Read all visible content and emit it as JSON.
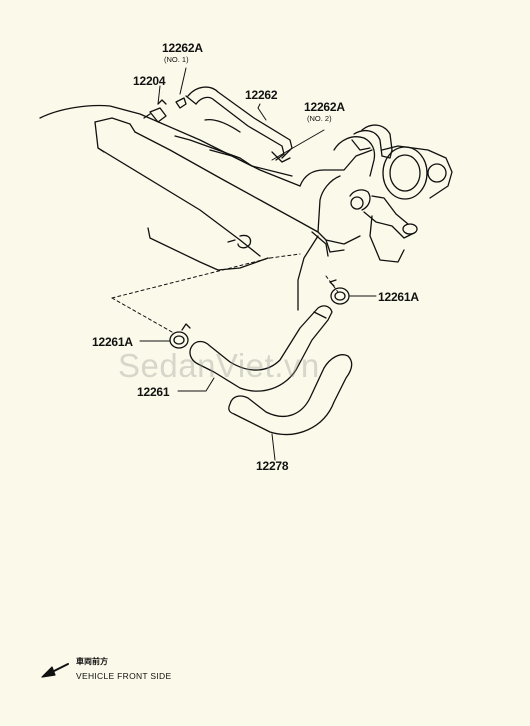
{
  "callouts": {
    "hose_no1_part": "12262A",
    "hose_no1_sub": "(NO. 1)",
    "valve_part": "12204",
    "hose_main_part": "12262",
    "hose_no2_part": "12262A",
    "hose_no2_sub": "(NO. 2)",
    "clamp_right_part": "12261A",
    "clamp_left_part": "12261A",
    "hose_lower_part": "12261",
    "hose_bottom_part": "12278"
  },
  "legend": {
    "cjk": "車両前方",
    "direction": "VEHICLE FRONT SIDE"
  },
  "watermark": "SedanViet.vn",
  "colors": {
    "background": "#fbf9e9",
    "ink": "#111111",
    "watermark": "#969696"
  }
}
